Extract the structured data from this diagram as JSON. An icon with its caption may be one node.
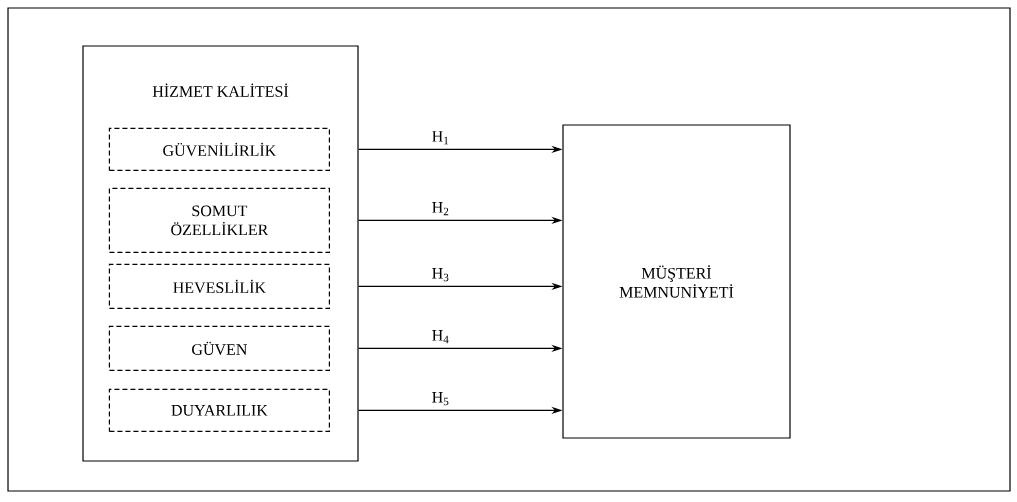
{
  "diagram": {
    "nodes": [
      {
        "text": [
          "HİZMET KALİTESİ"
        ]
      },
      {
        "text": [
          "GÜVENİLİRLİK"
        ],
        "in": 0
      },
      {
        "text": [
          "SOMUT ÖZELLİKLER"
        ],
        "in": 0
      },
      {
        "text": [
          "HEVESLİLİK"
        ],
        "in": 0
      },
      {
        "text": [
          "GÜVEN"
        ],
        "in": 0
      },
      {
        "text": [
          "DUYARLILIK"
        ],
        "in": 0
      },
      {
        "text": [
          "MÜŞTERİ MEMNUNİYETİ"
        ]
      }
    ],
    "edges": [
      {
        "from": 1,
        "to": 6,
        "arrow": "to",
        "label": "H$_{1}$"
      },
      {
        "from": 2,
        "to": 6,
        "arrow": "to",
        "label": "H$_{2}$"
      },
      {
        "from": 3,
        "to": 6,
        "arrow": "to",
        "label": "H$_{3}$"
      },
      {
        "from": 4,
        "to": 6,
        "arrow": "to",
        "label": "H$_{4}$"
      },
      {
        "from": 5,
        "to": 6,
        "arrow": "to",
        "label": "H$_{5}$"
      }
    ]
  }
}
